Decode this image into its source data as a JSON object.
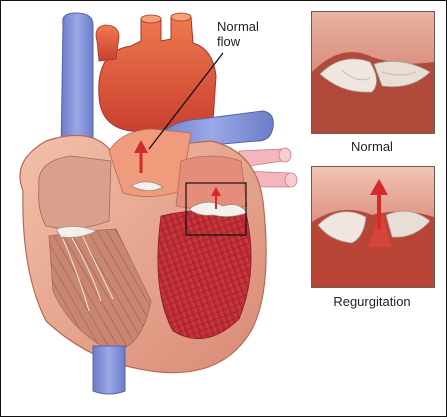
{
  "labels": {
    "normal_flow_line1": "Normal",
    "normal_flow_line2": "flow",
    "inset_top_caption": "Normal",
    "inset_bottom_caption": "Regurgitation"
  },
  "colors": {
    "vessel_blue": "#7f8fd6",
    "aorta_red": "#e0563d",
    "myocardium": "#e8a38c",
    "ventricle_red": "#c8323a",
    "arrow_red": "#d42a2a",
    "inset_tissue": "#b9503f"
  }
}
